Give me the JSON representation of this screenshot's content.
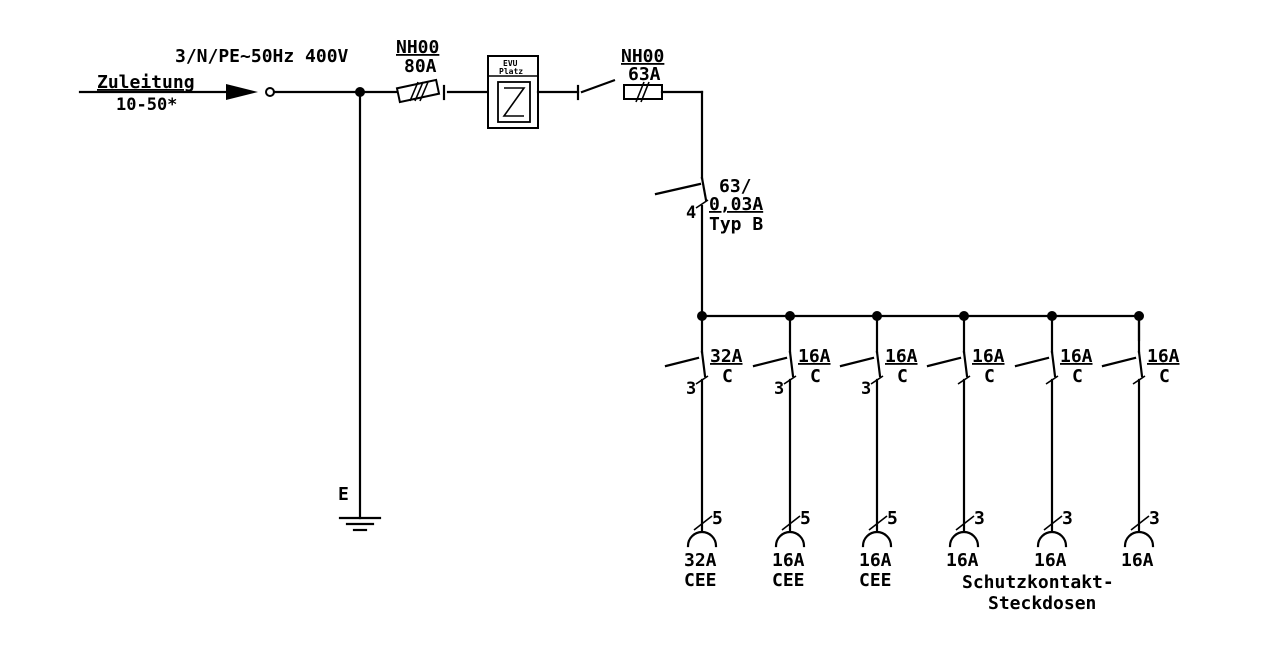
{
  "supply": {
    "spec": "3/N/PE~50Hz 400V",
    "feed_label": "Zuleitung",
    "feed_cable": "10-50*"
  },
  "main_fuse": {
    "type": "NH00",
    "rating": "80A"
  },
  "meter": {
    "line1": "EVU",
    "line2": "Platz",
    "symbol": "Z"
  },
  "second_fuse": {
    "type": "NH00",
    "rating": "63A"
  },
  "rcd": {
    "rating": "63/",
    "trip": "0,03A",
    "type": "Typ B",
    "poles": "4"
  },
  "earth": {
    "label": "E"
  },
  "circuits": [
    {
      "breaker": "32A",
      "curve": "C",
      "poles": "3",
      "cable": "5",
      "outlet_rating": "32A",
      "outlet_type": "CEE"
    },
    {
      "breaker": "16A",
      "curve": "C",
      "poles": "3",
      "cable": "5",
      "outlet_rating": "16A",
      "outlet_type": "CEE"
    },
    {
      "breaker": "16A",
      "curve": "C",
      "poles": "3",
      "cable": "5",
      "outlet_rating": "16A",
      "outlet_type": "CEE"
    },
    {
      "breaker": "16A",
      "curve": "C",
      "poles": "",
      "cable": "3",
      "outlet_rating": "16A",
      "outlet_type": ""
    },
    {
      "breaker": "16A",
      "curve": "C",
      "poles": "",
      "cable": "3",
      "outlet_rating": "16A",
      "outlet_type": ""
    },
    {
      "breaker": "16A",
      "curve": "C",
      "poles": "",
      "cable": "3",
      "outlet_rating": "16A",
      "outlet_type": ""
    }
  ],
  "socket_group": {
    "line1": "Schutzkontakt-",
    "line2": "Steckdosen"
  }
}
